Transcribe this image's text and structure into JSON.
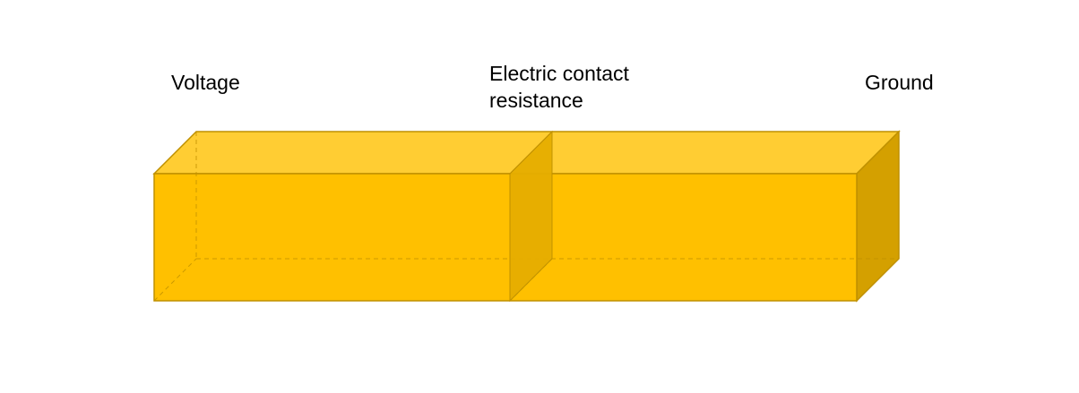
{
  "labels": {
    "voltage": "Voltage",
    "contact_line1": "Electric contact",
    "contact_line2": "resistance",
    "ground": "Ground"
  },
  "colors": {
    "front": "#FFC000",
    "top": "#FFCD33",
    "side": "#D4A000",
    "contact_plane": "#E6AE00",
    "edge": "#BF9000",
    "text": "#000000",
    "background": "#FFFFFF"
  }
}
